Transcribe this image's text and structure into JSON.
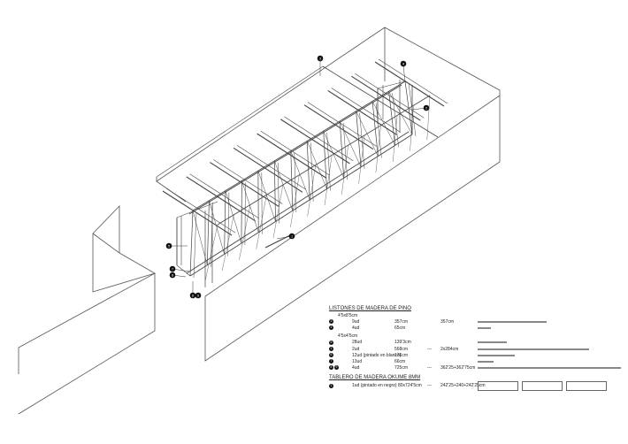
{
  "callouts": [
    {
      "id": "callout-1",
      "num": "1"
    },
    {
      "id": "callout-2",
      "num": "2"
    },
    {
      "id": "callout-3",
      "num": "3"
    },
    {
      "id": "callout-4",
      "num": "4"
    },
    {
      "id": "callout-5",
      "num": "5"
    },
    {
      "id": "callout-6",
      "num": "6"
    },
    {
      "id": "callout-7",
      "num": "7"
    },
    {
      "id": "callout-8",
      "num": "8"
    },
    {
      "id": "callout-9",
      "num": "9"
    }
  ],
  "legend": {
    "section1_title": "LISTONES DE MADERA DE PINO",
    "group1_label": "4'5x8'5cm",
    "group1_rows": [
      {
        "badge": "3",
        "qty": "9ud",
        "length": "357cm",
        "arrow": "",
        "detail": "357cm",
        "bar_frac": 0.26
      },
      {
        "badge": "4",
        "qty": "4ud",
        "length": "65cm",
        "arrow": "",
        "detail": "",
        "bar_frac": 0.05
      }
    ],
    "group2_label": "4'5x4'5cm",
    "group2_rows": [
      {
        "badge": "5",
        "qty": "28ud",
        "length": "139'3cm",
        "arrow": "",
        "detail": "",
        "bar_frac": 0.11
      },
      {
        "badge": "1",
        "qty": "2ud",
        "length": "568cm",
        "arrow": "---",
        "detail": "2x284cm",
        "bar_frac": 0.42
      },
      {
        "badge": "6",
        "qty": "12ud  (pintado en blanco)",
        "length": "176cm",
        "arrow": "",
        "detail": "",
        "bar_frac": 0.14
      },
      {
        "badge": "7",
        "qty": "13ud",
        "length": "66cm",
        "arrow": "",
        "detail": "",
        "bar_frac": 0.06
      },
      {
        "badge": "8",
        "badge2": "9",
        "qty": "4ud",
        "length": "725cm",
        "arrow": "---",
        "detail": "362'25+362'75cm",
        "bar_frac": 0.54
      }
    ],
    "section2_title": "TABLERO DE MADERA OKUME 8MM",
    "board": {
      "badge": "1",
      "qty": "1ud   (pintado en negro)",
      "length": "80x724'5cm",
      "arrow": "---",
      "detail": "242'25+240+242'25cm"
    }
  }
}
